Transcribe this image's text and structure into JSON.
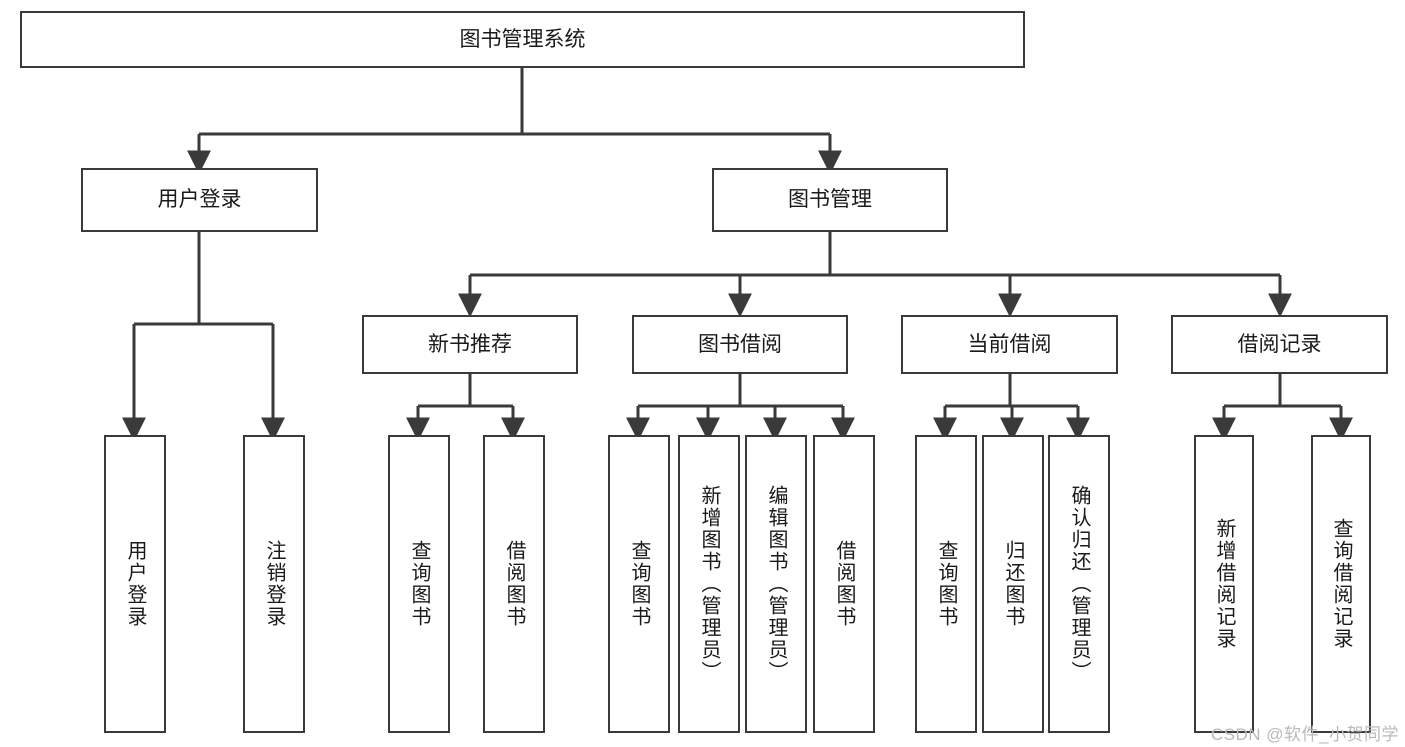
{
  "diagram": {
    "type": "tree-hierarchy",
    "title": "图书管理系统",
    "orientation": "top-down",
    "watermark": "CSDN @软件_小贺同学",
    "colors": {
      "box_border": "#3a3a3a",
      "box_fill": "#ffffff",
      "connector": "#3a3a3a",
      "text": "#1a1a1a",
      "watermark": "#b9b9b9"
    },
    "root": {
      "label": "图书管理系统"
    },
    "level2": [
      {
        "label": "用户登录"
      },
      {
        "label": "图书管理"
      }
    ],
    "level3": [
      {
        "label": "新书推荐"
      },
      {
        "label": "图书借阅"
      },
      {
        "label": "当前借阅"
      },
      {
        "label": "借阅记录"
      }
    ],
    "leaves": {
      "user_login": [
        {
          "label": "用户登录"
        },
        {
          "label": "注销登录"
        }
      ],
      "new_book_recommend": [
        {
          "label": "查询图书"
        },
        {
          "label": "借阅图书"
        }
      ],
      "book_borrow": [
        {
          "label": "查询图书"
        },
        {
          "label": "新增图书（管理员）"
        },
        {
          "label": "编辑图书（管理员）"
        },
        {
          "label": "借阅图书"
        }
      ],
      "current_borrow": [
        {
          "label": "查询图书"
        },
        {
          "label": "归还图书"
        },
        {
          "label": "确认归还（管理员）"
        }
      ],
      "borrow_record": [
        {
          "label": "新增借阅记录"
        },
        {
          "label": "查询借阅记录"
        }
      ]
    }
  }
}
